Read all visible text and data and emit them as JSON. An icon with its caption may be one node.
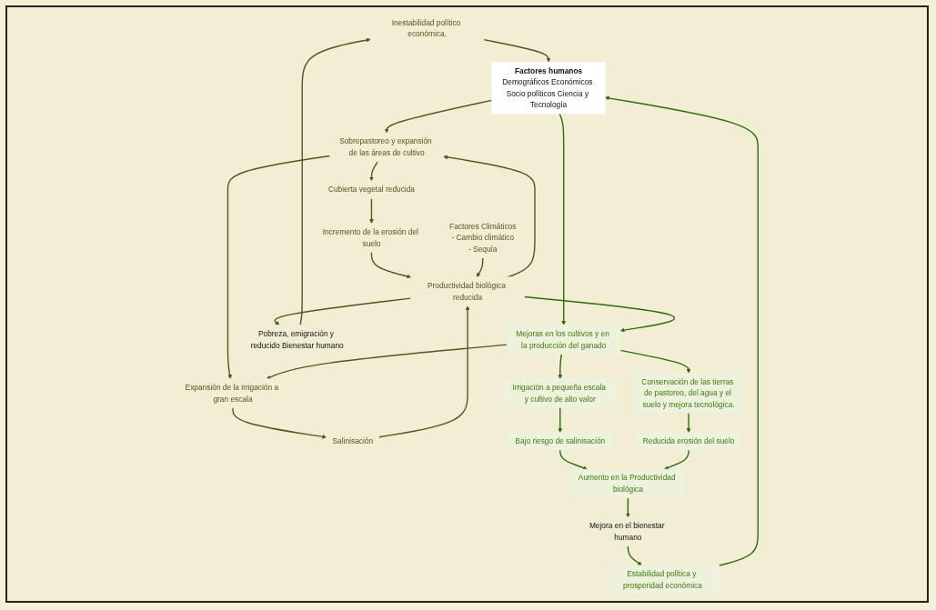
{
  "diagram": {
    "nodes": [
      {
        "text": [
          "Inestabilidad político económica."
        ]
      },
      {
        "text": [
          "Factores humanos",
          "Demográficos Económicos Socio políticos Ciencia y Tecnología"
        ]
      },
      {
        "text": [
          "Estabilidad política y prosperidad económica"
        ]
      },
      {
        "text": [
          "Sobrepastoreo y expansión de las áreas de cultivo"
        ]
      },
      {
        "text": [
          "Mejoras en los cultivos y en la producción del ganado"
        ]
      },
      {
        "text": [
          "Cubierta vegetal reducida"
        ]
      },
      {
        "text": [
          "Expansión de la irrigación a gran escala"
        ]
      },
      {
        "text": [
          "Irrigación a pequeña escala y cultivo de alto valor"
        ]
      },
      {
        "text": [
          "Conservación de las tierras de pastoreo, del agua y el suelo y mejora tecnológica."
        ]
      },
      {
        "text": [
          "Incremento de la erosión del suelo"
        ]
      },
      {
        "text": [
          "Salinisación"
        ]
      },
      {
        "text": [
          "Bajo riesgo de salinisación"
        ]
      },
      {
        "text": [
          "Reducida erosión del suelo"
        ]
      },
      {
        "text": [
          "Factores Climáticos",
          "- Cambio climático",
          "- Sequía"
        ]
      },
      {
        "text": [
          "Productividad biológica reducida"
        ]
      },
      {
        "text": [
          "Aumento en la Productividad biológica"
        ]
      },
      {
        "text": [
          "Pobreza, emigración y reducido Bienestar humano"
        ]
      },
      {
        "text": [
          "Mejora en el bienestar humano"
        ]
      }
    ],
    "edges": [
      {
        "from": 0,
        "to": 1,
        "arrow": "to"
      },
      {
        "from": 2,
        "to": 1,
        "arrow": "to",
        "color": "#2f6a10"
      },
      {
        "from": 1,
        "to": 3,
        "arrow": "to"
      },
      {
        "from": 1,
        "to": 4,
        "arrow": "to",
        "color": "#2f6a10"
      },
      {
        "from": 3,
        "to": 5,
        "arrow": "to"
      },
      {
        "from": 3,
        "to": 6,
        "arrow": "to"
      },
      {
        "from": 4,
        "to": 6,
        "arrow": "to"
      },
      {
        "from": 4,
        "to": 7,
        "arrow": "to",
        "color": "#2f6a10"
      },
      {
        "from": 4,
        "to": 8,
        "arrow": "to",
        "color": "#2f6a10"
      },
      {
        "from": 5,
        "to": 9,
        "arrow": "to"
      },
      {
        "from": 6,
        "to": 10,
        "arrow": "to"
      },
      {
        "from": 7,
        "to": 11,
        "arrow": "to",
        "color": "#2f6a10"
      },
      {
        "from": 8,
        "to": 12,
        "arrow": "to",
        "color": "#2f6a10"
      },
      {
        "from": 9,
        "to": 14,
        "arrow": "to"
      },
      {
        "from": 10,
        "to": 14,
        "arrow": "to"
      },
      {
        "from": 13,
        "to": 14,
        "arrow": "to"
      },
      {
        "from": 14,
        "to": 3,
        "arrow": "to"
      },
      {
        "from": 14,
        "to": 4,
        "arrow": "to",
        "color": "#2f6a10"
      },
      {
        "from": 11,
        "to": 15,
        "arrow": "to",
        "color": "#2f6a10"
      },
      {
        "from": 12,
        "to": 15,
        "arrow": "to",
        "color": "#2f6a10"
      },
      {
        "from": 14,
        "to": 16,
        "arrow": "to"
      },
      {
        "from": 15,
        "to": 17,
        "arrow": "to",
        "color": "#2f6a10"
      },
      {
        "from": 16,
        "to": 0,
        "arrow": "to"
      },
      {
        "from": 17,
        "to": 2,
        "arrow": "to",
        "color": "#2f6a10"
      }
    ]
  }
}
